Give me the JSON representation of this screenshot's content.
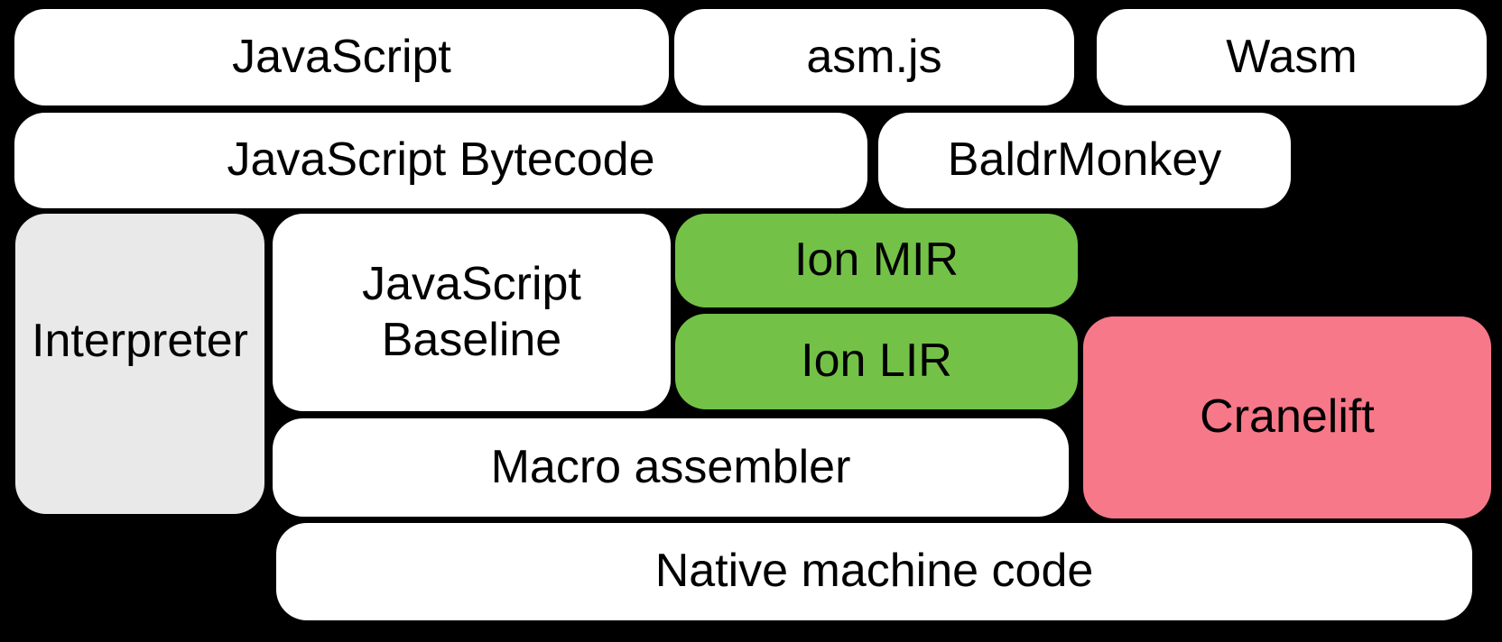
{
  "diagram": {
    "background": "#000000",
    "colors": {
      "box_default": "#ffffff",
      "interpreter": "#e9e9e9",
      "ion": "#73c247",
      "cranelift": "#f67889",
      "text": "#000000"
    },
    "boxes": [
      {
        "id": "javascript",
        "label": "JavaScript",
        "color": "#ffffff"
      },
      {
        "id": "asmjs",
        "label": "asm.js",
        "color": "#ffffff"
      },
      {
        "id": "wasm",
        "label": "Wasm",
        "color": "#ffffff"
      },
      {
        "id": "javascript-bytecode",
        "label": "JavaScript Bytecode",
        "color": "#ffffff"
      },
      {
        "id": "baldrmonkey",
        "label": "BaldrMonkey",
        "color": "#ffffff"
      },
      {
        "id": "interpreter",
        "label": "Interpreter",
        "color": "#e9e9e9"
      },
      {
        "id": "javascript-baseline",
        "label": "JavaScript\nBaseline",
        "color": "#ffffff"
      },
      {
        "id": "ion-mir",
        "label": "Ion MIR",
        "color": "#73c247"
      },
      {
        "id": "ion-lir",
        "label": "Ion LIR",
        "color": "#73c247"
      },
      {
        "id": "cranelift",
        "label": "Cranelift",
        "color": "#f67889"
      },
      {
        "id": "macro-assembler",
        "label": "Macro assembler",
        "color": "#ffffff"
      },
      {
        "id": "native-machine-code",
        "label": "Native machine code",
        "color": "#ffffff"
      }
    ]
  }
}
